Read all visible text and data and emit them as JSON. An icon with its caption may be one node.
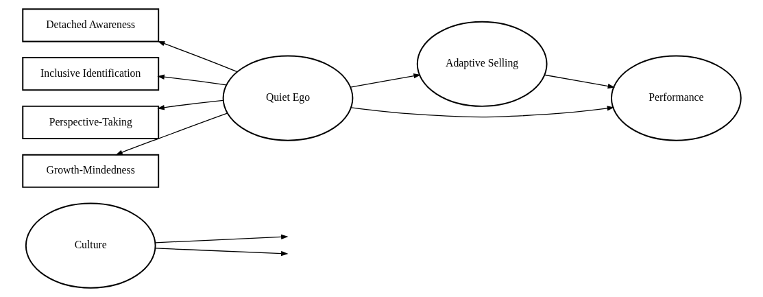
{
  "diagram": {
    "nodes": [
      {
        "text": [
          "Culture"
        ]
      },
      {
        "text": [
          "Adaptive Selling"
        ]
      },
      {
        "text": [
          "Detached Awareness"
        ]
      },
      {
        "text": [
          "Inclusive Identification"
        ]
      },
      {
        "text": [
          "Quiet Ego"
        ]
      },
      {
        "text": [
          "Perspective-Taking"
        ]
      },
      {
        "text": [
          "Growth-Mindedness"
        ]
      },
      {
        "text": [
          "Performance"
        ]
      }
    ],
    "edges": [
      {
        "from": 4,
        "to": 2,
        "arrow": "to"
      },
      {
        "from": 4,
        "to": 3,
        "arrow": "to"
      },
      {
        "from": 4,
        "to": 5,
        "arrow": "to"
      },
      {
        "from": 4,
        "to": 6,
        "arrow": "to"
      },
      {
        "from": 4,
        "to": 1,
        "arrow": "to"
      },
      {
        "from": 1,
        "to": 7,
        "arrow": "to"
      },
      {
        "from": 4,
        "to": 7,
        "arrow": "to"
      },
      {
        "from": 0,
        "to": null,
        "arrow": "to"
      },
      {
        "from": 0,
        "to": null,
        "arrow": "to"
      }
    ]
  }
}
